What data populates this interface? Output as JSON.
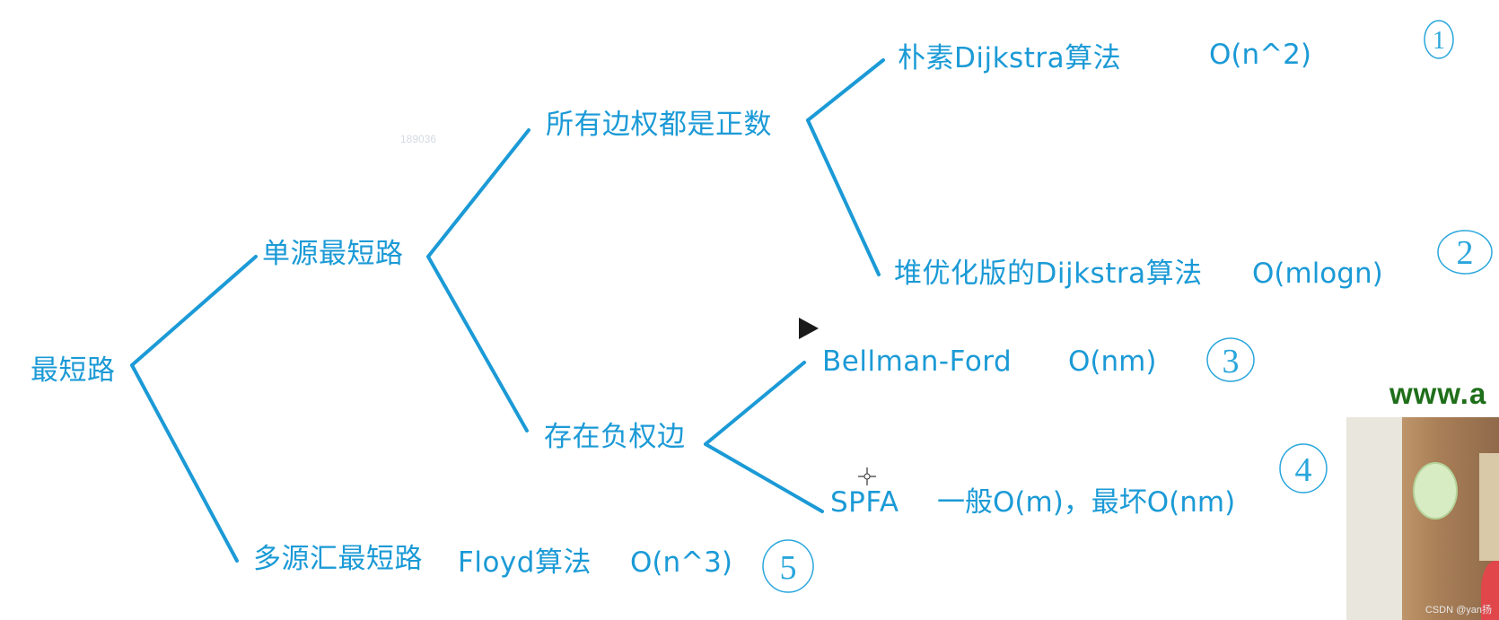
{
  "tree": {
    "root": "最短路",
    "single_source": "单源最短路",
    "multi_source": "多源汇最短路",
    "all_positive": "所有边权都是正数",
    "negative_edges": "存在负权边",
    "naive_dijkstra": "朴素Dijkstra算法",
    "heap_dijkstra": "堆优化版的Dijkstra算法",
    "bellman_ford": "Bellman-Ford",
    "spfa": "SPFA",
    "floyd": "Floyd算法"
  },
  "complexities": {
    "naive_dijkstra": "O(n^2)",
    "heap_dijkstra": "O(mlogn)",
    "bellman_ford": "O(nm)",
    "spfa": "一般O(m)，最坏O(nm)",
    "floyd": "O(n^3)"
  },
  "annotations": [
    "1",
    "2",
    "3",
    "4",
    "5"
  ],
  "faint_number": "189036",
  "url_text": "www.a",
  "watermark": "CSDN @yan扬",
  "colors": {
    "primary": "#1b9ad6",
    "annotation": "#2aa6dc",
    "url": "#1f6f1a",
    "cursor": "#1a1a1a"
  }
}
